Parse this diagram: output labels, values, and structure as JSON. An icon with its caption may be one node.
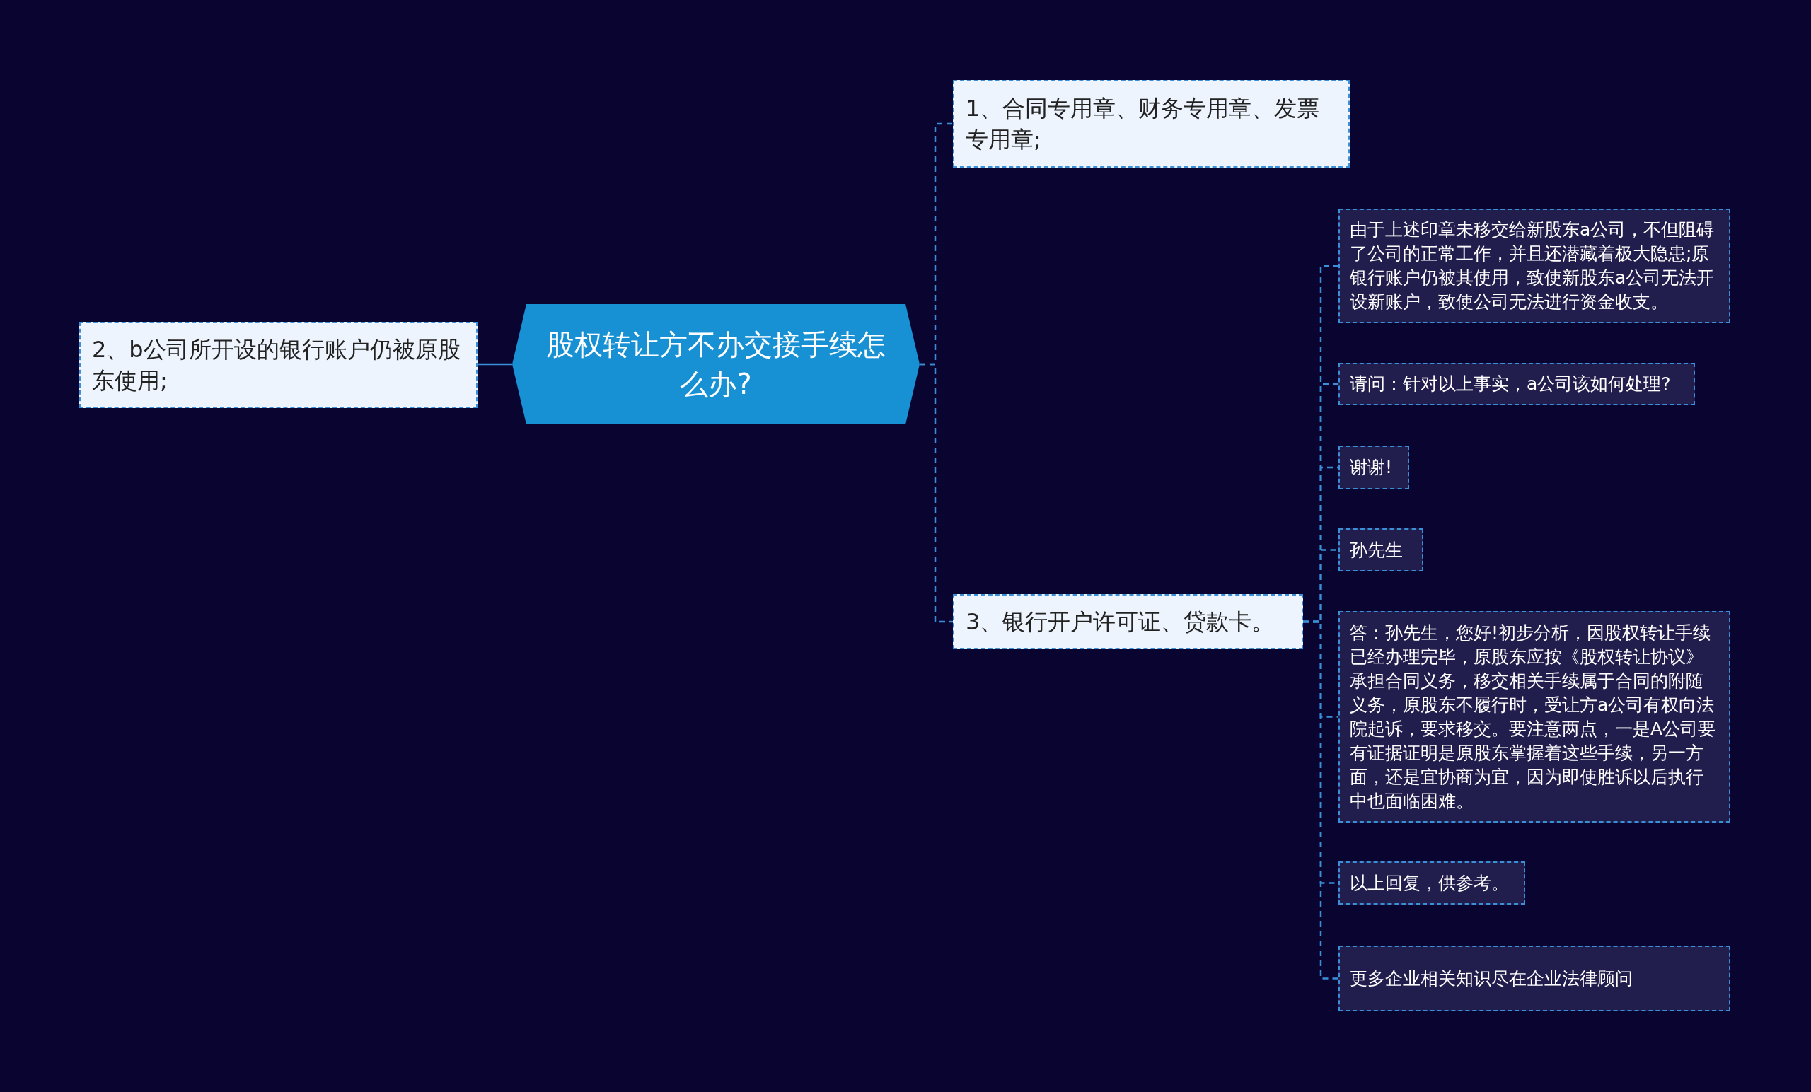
{
  "diagram": {
    "nodes": [
      {
        "text": [
          "股权转让方不办交接手续怎么办?"
        ]
      },
      {
        "text": [
          "1、合同专用章、财务专用章、发票专用章;"
        ]
      },
      {
        "text": [
          "2、b公司所开设的银行账户仍被原股东使用;"
        ]
      },
      {
        "text": [
          "3、银行开户许可证、贷款卡。"
        ]
      },
      {
        "text": [
          "由于上述印章未移交给新股东a公司，不但阻碍了公司的正常工作，并且还潜藏着极大隐患;原银行账户仍被其使用，致使新股东a公司无法开设新账户，致使公司无法进行资金收支。"
        ]
      },
      {
        "text": [
          "请问：针对以上事实，a公司该如何处理?"
        ]
      },
      {
        "text": [
          "谢谢!"
        ]
      },
      {
        "text": [
          "孙先生"
        ]
      },
      {
        "text": [
          "答：孙先生，您好!初步分析，因股权转让手续已经办理完毕，原股东应按《股权转让协议》承担合同义务，移交相关手续属于合同的附随义务，原股东不履行时，受让方a公司有权向法院起诉，要求移交。要注意两点，一是A公司要有证据证明是原股东掌握着这些手续，另一方面，还是宜协商为宜，因为即使胜诉以后执行中也面临困难。"
        ]
      },
      {
        "text": [
          "以上回复，供参考。"
        ]
      },
      {
        "text": [
          "更多企业相关知识尽在企业法律顾问"
        ]
      }
    ],
    "edges": [
      {
        "from": 0,
        "to": 1,
        "arrow": "none",
        "style": "dashed"
      },
      {
        "from": 0,
        "to": 2,
        "arrow": "none"
      },
      {
        "from": 0,
        "to": 3,
        "arrow": "none",
        "style": "dashed"
      },
      {
        "from": 3,
        "to": 4,
        "arrow": "none",
        "style": "dashed"
      },
      {
        "from": 3,
        "to": 5,
        "arrow": "none",
        "style": "dashed"
      },
      {
        "from": 3,
        "to": 6,
        "arrow": "none",
        "style": "dashed"
      },
      {
        "from": 3,
        "to": 7,
        "arrow": "none",
        "style": "dashed"
      },
      {
        "from": 3,
        "to": 8,
        "arrow": "none",
        "style": "dashed"
      },
      {
        "from": 3,
        "to": 9,
        "arrow": "none",
        "style": "dashed"
      },
      {
        "from": 3,
        "to": 10,
        "arrow": "none",
        "style": "dashed"
      }
    ]
  }
}
